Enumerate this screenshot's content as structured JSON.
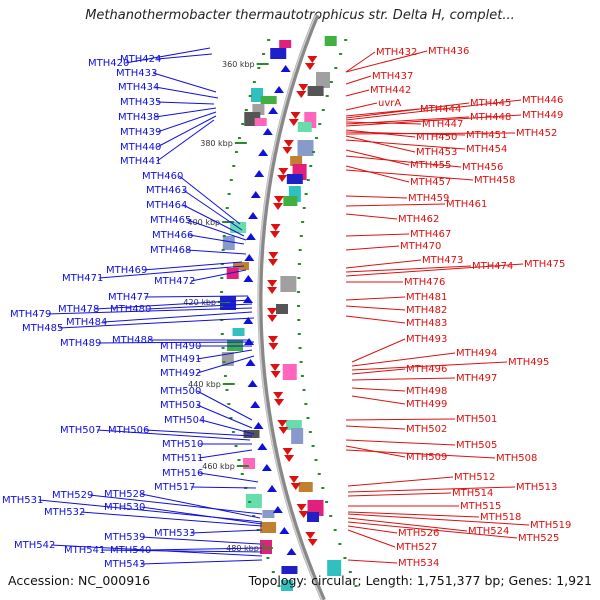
{
  "header": {
    "title": "Methanothermobacter thermautotrophicus str. Delta H, complet..."
  },
  "footer": {
    "accession": "Accession: NC_000916",
    "summary": "Topology: circular; Length: 1,751,377 bp; Genes: 1,921"
  },
  "colors": {
    "forward_strand": "#1010dd",
    "reverse_strand": "#dd1010",
    "backbone": "#888888",
    "kbp_tick": "#2a8a2a"
  },
  "kbp_marks": [
    "360 kbp",
    "380 kbp",
    "400 kbp",
    "420 kbp",
    "440 kbp",
    "460 kbp",
    "480 kbp"
  ],
  "left_genes": [
    "MTH420",
    "MTH424",
    "MTH433",
    "MTH434",
    "MTH435",
    "MTH438",
    "MTH439",
    "MTH440",
    "MTH441",
    "MTH460",
    "MTH463",
    "MTH464",
    "MTH465",
    "MTH466",
    "MTH468",
    "MTH469",
    "MTH471",
    "MTH472",
    "MTH477",
    "MTH478",
    "MTH480",
    "MTH479",
    "MTH484",
    "MTH485",
    "MTH489",
    "MTH488",
    "MTH490",
    "MTH491",
    "MTH492",
    "MTH500",
    "MTH503",
    "MTH504",
    "MTH506",
    "MTH507",
    "MTH510",
    "MTH511",
    "MTH516",
    "MTH517",
    "MTH529",
    "MTH528",
    "MTH531",
    "MTH530",
    "MTH532",
    "MTH533",
    "MTH539",
    "MTH540",
    "MTH541",
    "MTH542",
    "MTH543"
  ],
  "right_genes": [
    "MTH432",
    "MTH436",
    "MTH437",
    "MTH442",
    "uvrA",
    "MTH444",
    "MTH445",
    "MTH446",
    "MTH447",
    "MTH448",
    "MTH449",
    "MTH450",
    "MTH451",
    "MTH452",
    "MTH453",
    "MTH454",
    "MTH455",
    "MTH456",
    "MTH457",
    "MTH458",
    "MTH459",
    "MTH461",
    "MTH462",
    "MTH467",
    "MTH470",
    "MTH473",
    "MTH474",
    "MTH475",
    "MTH476",
    "MTH481",
    "MTH482",
    "MTH483",
    "MTH493",
    "MTH494",
    "MTH495",
    "MTH496",
    "MTH497",
    "MTH498",
    "MTH499",
    "MTH501",
    "MTH502",
    "MTH505",
    "MTH509",
    "MTH508",
    "MTH512",
    "MTH513",
    "MTH514",
    "MTH515",
    "MTH518",
    "MTH519",
    "MTH524",
    "MTH525",
    "MTH526",
    "MTH527",
    "MTH534"
  ]
}
